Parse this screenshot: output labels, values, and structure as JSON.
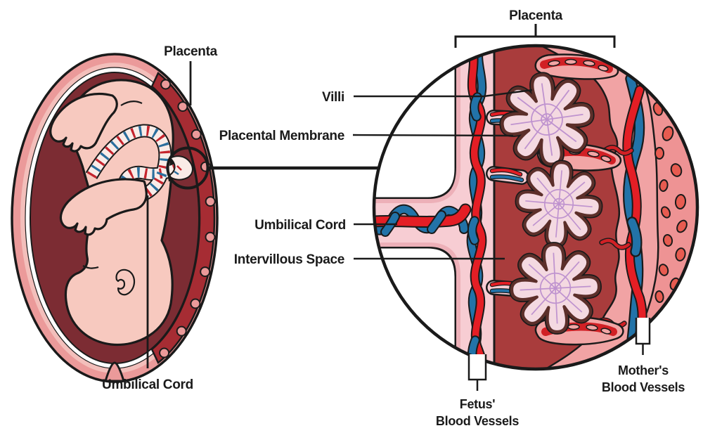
{
  "left_diagram": {
    "labels": {
      "placenta": "Placenta",
      "umbilical_cord": "Umbilical Cord"
    }
  },
  "right_diagram": {
    "labels": {
      "placenta": "Placenta",
      "villi": "Villi",
      "placental_membrane": "Placental Membrane",
      "umbilical_cord": "Umbilical Cord",
      "intervillous_space": "Intervillous Space",
      "fetus_vessels_line1": "Fetus'",
      "fetus_vessels_line2": "Blood Vessels",
      "mothers_vessels_line1": "Mother's",
      "mothers_vessels_line2": "Blood Vessels"
    }
  },
  "colors": {
    "outline": "#1a1a1a",
    "womb_wall": "#eb9a9a",
    "womb_wall_inner": "#f3bfbb",
    "amnion_white": "#ffffff",
    "amniotic_cavity": "#7c2c33",
    "fetus_skin": "#f7c9bf",
    "placenta_red": "#a62c33",
    "cord_cream": "#f8ece8",
    "artery_red": "#e41e25",
    "vein_blue": "#2273a8",
    "intervillous_space": "#a93c3c",
    "villus_fill": "#f4d9e1",
    "villus_membrane": "#5c2f2a",
    "villus_veins": "#bf93cf",
    "chorionic_plate": "#f7cdd3",
    "plate_strip": "#edb0b8",
    "basal_plate_pink": "#f1a3a4",
    "uterine_band": "#ee9394",
    "blood_cell_red": "#e75b50",
    "septum_pink": "#f2a5a5",
    "septum_vessel_red": "#d12025"
  }
}
